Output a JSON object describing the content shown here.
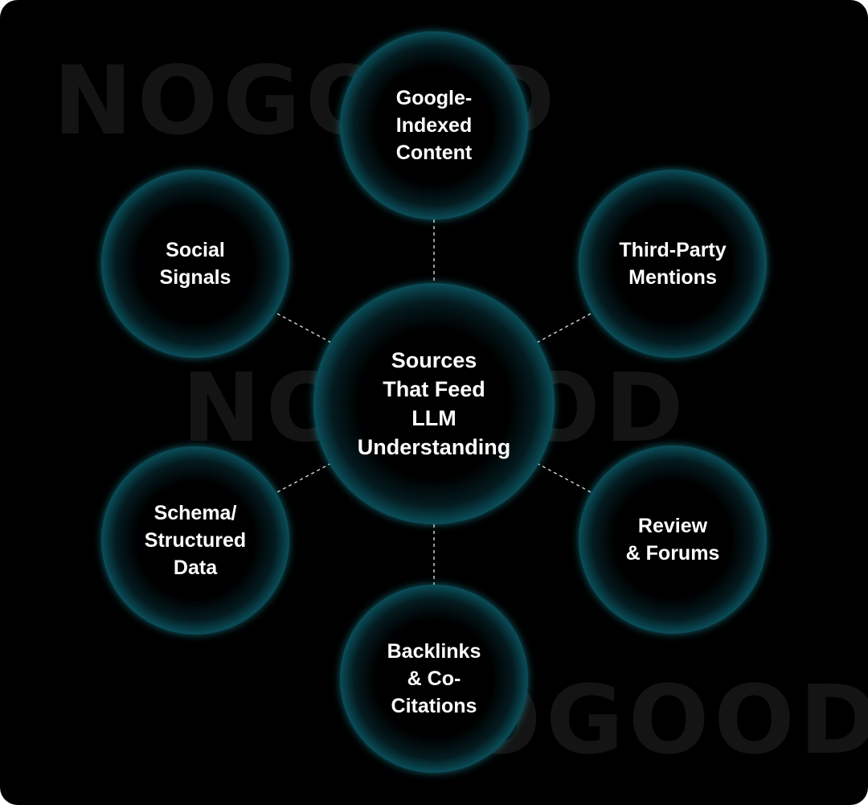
{
  "watermark": {
    "text": "NOGOOD"
  },
  "diagram": {
    "center": {
      "label": "Sources\nThat Feed\nLLM\nUnderstanding"
    },
    "nodes": [
      {
        "label": "Google-\nIndexed\nContent"
      },
      {
        "label": "Third-Party\nMentions"
      },
      {
        "label": "Review\n& Forums"
      },
      {
        "label": "Backlinks\n& Co-\nCitations"
      },
      {
        "label": "Schema/\nStructured\nData"
      },
      {
        "label": "Social\nSignals"
      }
    ]
  },
  "colors": {
    "background": "#000000",
    "node_glow": "#2ad4ea",
    "text": "#ffffff",
    "connector": "#d8d8d8",
    "watermark": "#141414"
  }
}
